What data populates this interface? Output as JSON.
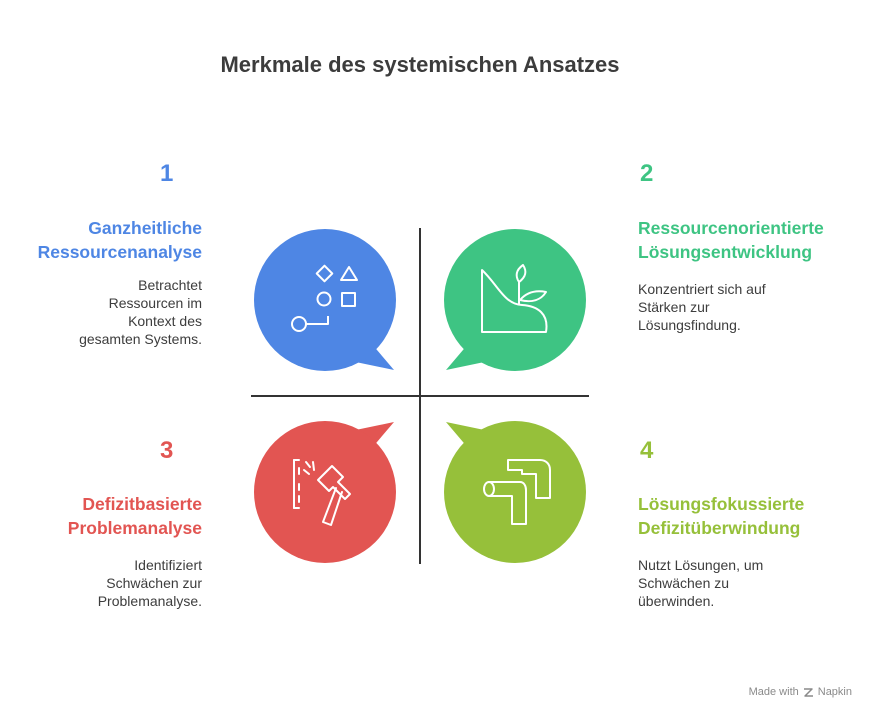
{
  "title": "Merkmale des systemischen Ansatzes",
  "colors": {
    "blue": "#4e86e4",
    "green": "#3ec483",
    "red": "#e25552",
    "lime": "#96c03a"
  },
  "quadrants": [
    {
      "number": "1",
      "heading_line1": "Ganzheitliche",
      "heading_line2": "Ressourcenanalyse",
      "desc_lines": [
        "Betrachtet",
        "Ressourcen im",
        "Kontext des",
        "gesamten Systems."
      ],
      "icon": "shapes-icon"
    },
    {
      "number": "2",
      "heading_line1": "Ressourcenorientierte",
      "heading_line2": "Lösungsentwicklung",
      "desc_lines": [
        "Konzentriert sich auf",
        "Stärken zur",
        "Lösungsfindung."
      ],
      "icon": "sprout-icon"
    },
    {
      "number": "3",
      "heading_line1": "Defizitbasierte",
      "heading_line2": "Problemanalyse",
      "desc_lines": [
        "Identifiziert",
        "Schwächen zur",
        "Problemanalyse."
      ],
      "icon": "hammer-icon"
    },
    {
      "number": "4",
      "heading_line1": "Lösungsfokussierte",
      "heading_line2": "Defizitüberwindung",
      "desc_lines": [
        "Nutzt Lösungen, um",
        "Schwächen zu",
        "überwinden."
      ],
      "icon": "pipe-icon"
    }
  ],
  "footer": {
    "made_with": "Made with",
    "brand": "Napkin",
    "brand_icon": "napkin-logo-icon"
  }
}
